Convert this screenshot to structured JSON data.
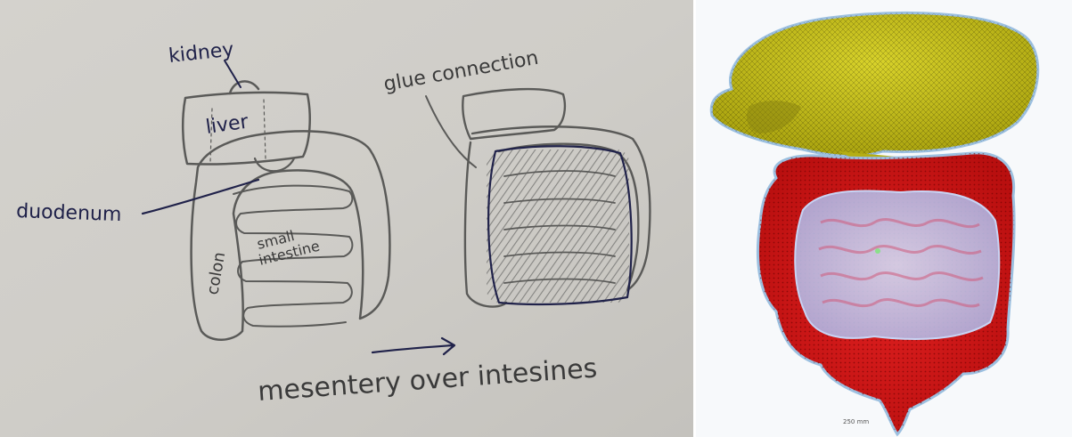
{
  "sketch": {
    "labels": {
      "kidney": "kidney",
      "liver": "liver",
      "duodenum": "duodenum",
      "colon": "colon",
      "small_intestine_line1": "small",
      "small_intestine_line2": "intestine",
      "glue_connection": "glue connection",
      "mesentery_caption": "mesentery over intesines"
    },
    "colors": {
      "paper": "#cfcdc8",
      "pencil": "#5a5a58",
      "ink": "#20224a"
    }
  },
  "render": {
    "scale_label": "250 mm",
    "colors": {
      "liver": "#c9c21a",
      "colon": "#d81a1a",
      "mesentery": "#b9c9f0",
      "background": "#f7f9fb"
    }
  }
}
